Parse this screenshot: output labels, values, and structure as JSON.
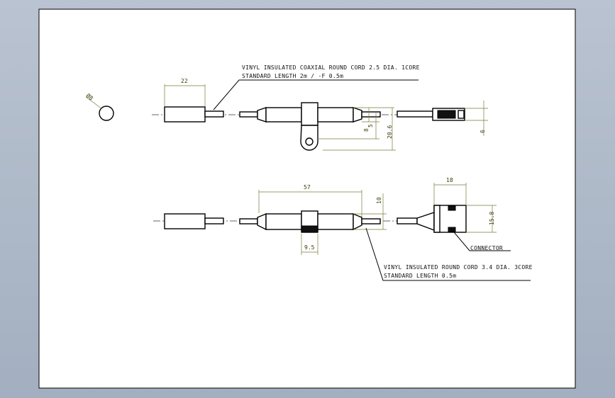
{
  "notes": {
    "top_line1": "VINYL INSULATED COAXIAL ROUND CORD 2.5 DIA. 1CORE",
    "top_line2": "STANDARD LENGTH 2m / -F 0.5m",
    "bottom_line1": "VINYL INSULATED ROUND CORD 3.4 DIA. 3CORE",
    "bottom_line2": "STANDARD LENGTH 0.5m",
    "connector": "CONNECTOR"
  },
  "dimensions": {
    "dia": "Ø8",
    "head_len": "22",
    "body_h1": "8",
    "body_h2": "5",
    "body_h3": "20.6",
    "conn_h": "6",
    "body_len": "57",
    "tip": "10",
    "clamp": "9.5",
    "conn_w": "18",
    "conn_h2": "15.8"
  }
}
